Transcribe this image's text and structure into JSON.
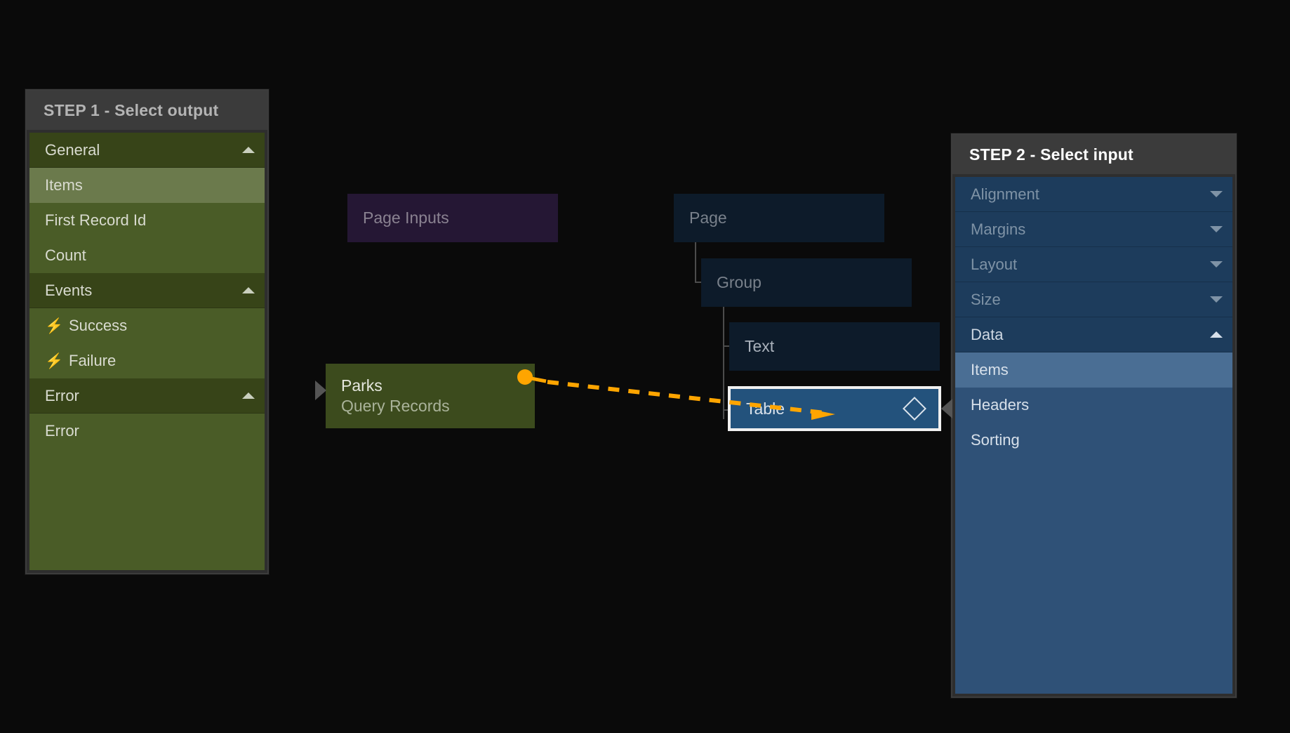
{
  "step1": {
    "header": "STEP 1 - Select output",
    "groups": [
      {
        "label": "General",
        "icon": "chevron-up-icon",
        "expanded": true,
        "items": [
          {
            "label": "Items",
            "selected": true,
            "icon": null
          },
          {
            "label": "First Record Id",
            "selected": false,
            "icon": null
          },
          {
            "label": "Count",
            "selected": false,
            "icon": null
          }
        ]
      },
      {
        "label": "Events",
        "icon": "chevron-up-icon",
        "expanded": true,
        "items": [
          {
            "label": "Success",
            "selected": false,
            "icon": "lightning-icon"
          },
          {
            "label": "Failure",
            "selected": false,
            "icon": "lightning-icon"
          }
        ]
      },
      {
        "label": "Error",
        "icon": "chevron-up-icon",
        "expanded": true,
        "items": [
          {
            "label": "Error",
            "selected": false,
            "icon": null
          }
        ]
      }
    ]
  },
  "step2": {
    "header": "STEP 2 - Select input",
    "groups": [
      {
        "label": "Alignment",
        "icon": "chevron-down-icon",
        "expanded": false,
        "items": []
      },
      {
        "label": "Margins",
        "icon": "chevron-down-icon",
        "expanded": false,
        "items": []
      },
      {
        "label": "Layout",
        "icon": "chevron-down-icon",
        "expanded": false,
        "items": []
      },
      {
        "label": "Size",
        "icon": "chevron-down-icon",
        "expanded": false,
        "items": []
      },
      {
        "label": "Data",
        "icon": "chevron-up-icon",
        "expanded": true,
        "items": [
          {
            "label": "Items",
            "selected": true
          },
          {
            "label": "Headers",
            "selected": false
          },
          {
            "label": "Sorting",
            "selected": false
          }
        ]
      }
    ]
  },
  "nodes": {
    "page_inputs": {
      "title": "Page Inputs"
    },
    "page": {
      "title": "Page"
    },
    "group": {
      "title": "Group"
    },
    "text": {
      "title": "Text"
    },
    "table": {
      "title": "Table",
      "badge_icon": "diamond-icon"
    },
    "parks": {
      "title": "Parks",
      "subtitle": "Query Records"
    }
  },
  "colors": {
    "canvas": "#0a0a0a",
    "output_panel": "#4a5c27",
    "output_group": "#374418",
    "output_selected": "#6b7a4c",
    "input_panel": "#2f5177",
    "input_group": "#1d3c5c",
    "input_selected": "#4a6e94",
    "connector": "#ffa500",
    "node_purple": "#251734",
    "node_blue": "#0d1b2a",
    "node_table": "#23527c",
    "node_green": "#3c4b1d",
    "panel_header": "#3b3b3b"
  },
  "connection": {
    "from": "parks",
    "to": "table",
    "style": "dashed",
    "color": "#ffa500",
    "arrow": "arrow-right-icon"
  }
}
